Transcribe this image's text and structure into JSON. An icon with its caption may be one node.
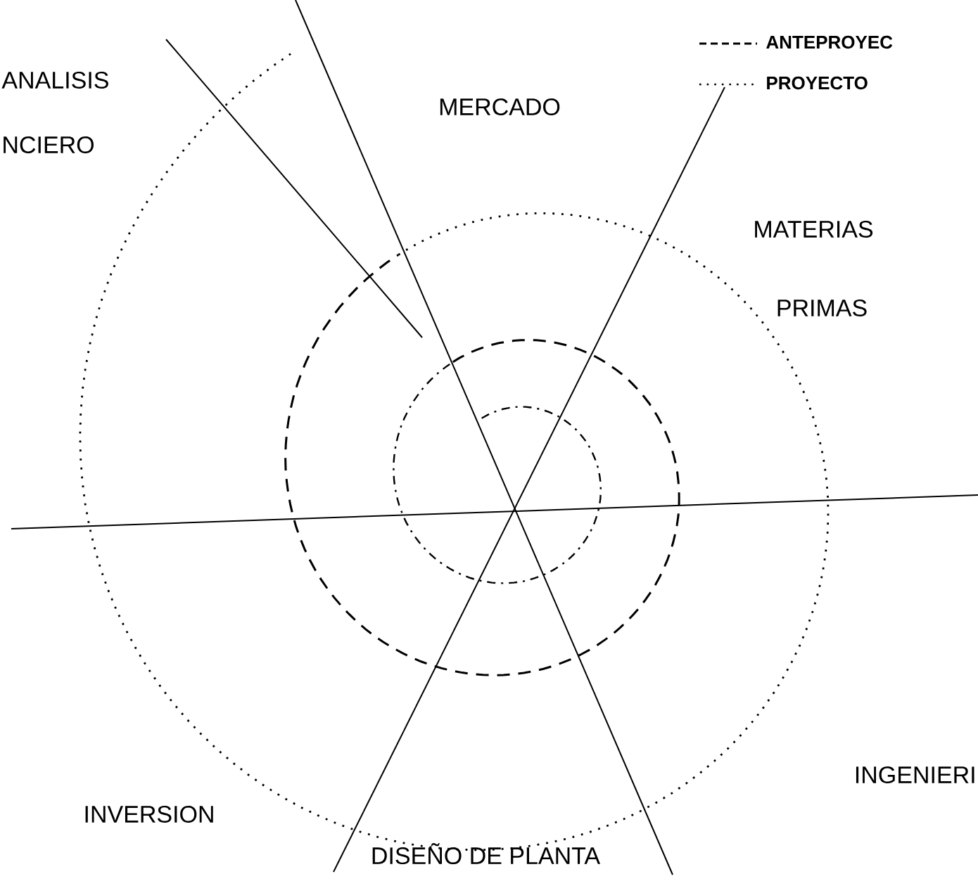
{
  "diagram": {
    "labels": [
      "ANALISIS",
      "NCIERO",
      "MERCADO",
      "MATERIAS",
      "PRIMAS",
      "INGENIERI",
      "INVERSION",
      "DISEÑO DE PLANTA"
    ],
    "legend": [
      {
        "text": "ANTEPROYEC"
      },
      {
        "text": "PROYECTO"
      }
    ]
  }
}
